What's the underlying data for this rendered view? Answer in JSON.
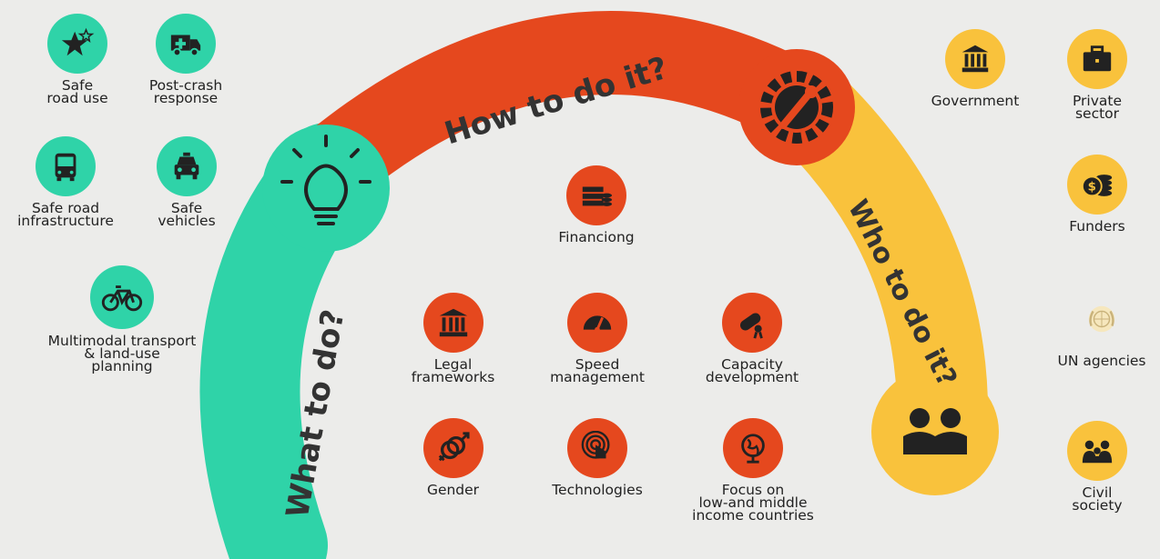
{
  "sections": {
    "what": {
      "title": "What to do?",
      "color": "#2fd3a8"
    },
    "how": {
      "title": "How to do it?",
      "color": "#e5481e"
    },
    "who": {
      "title": "Who to do it?",
      "color": "#f9c23c"
    }
  },
  "what_items": [
    {
      "line1": "Safe",
      "line2": "road use",
      "icon": "star-hand-icon"
    },
    {
      "line1": "Post-crash",
      "line2": "response",
      "icon": "ambulance-icon"
    },
    {
      "line1": "Safe road",
      "line2": "infrastructure",
      "icon": "bus-icon"
    },
    {
      "line1": "Safe",
      "line2": "vehicles",
      "icon": "car-icon"
    },
    {
      "line1": "Multimodal transport",
      "line2": "& land-use",
      "line3": "planning",
      "icon": "bicycle-icon"
    }
  ],
  "how_items": [
    {
      "line1": "Financiong",
      "icon": "money-stack-icon"
    },
    {
      "line1": "Legal",
      "line2": "frameworks",
      "icon": "courthouse-icon"
    },
    {
      "line1": "Speed",
      "line2": "management",
      "icon": "speedometer-icon"
    },
    {
      "line1": "Capacity",
      "line2": "development",
      "icon": "diploma-icon"
    },
    {
      "line1": "Gender",
      "icon": "gender-icon"
    },
    {
      "line1": "Technologies",
      "icon": "touch-icon"
    },
    {
      "line1": "Focus on",
      "line2": "low-and middle",
      "line3": "income countries",
      "icon": "globe-icon"
    }
  ],
  "who_items": [
    {
      "line1": "Government",
      "icon": "government-building-icon"
    },
    {
      "line1": "Private",
      "line2": "sector",
      "icon": "briefcase-icon"
    },
    {
      "line1": "Funders",
      "icon": "coins-icon"
    },
    {
      "line1": "UN agencies",
      "icon": "un-emblem-icon"
    },
    {
      "line1": "Civil",
      "line2": "society",
      "icon": "community-icon"
    }
  ]
}
